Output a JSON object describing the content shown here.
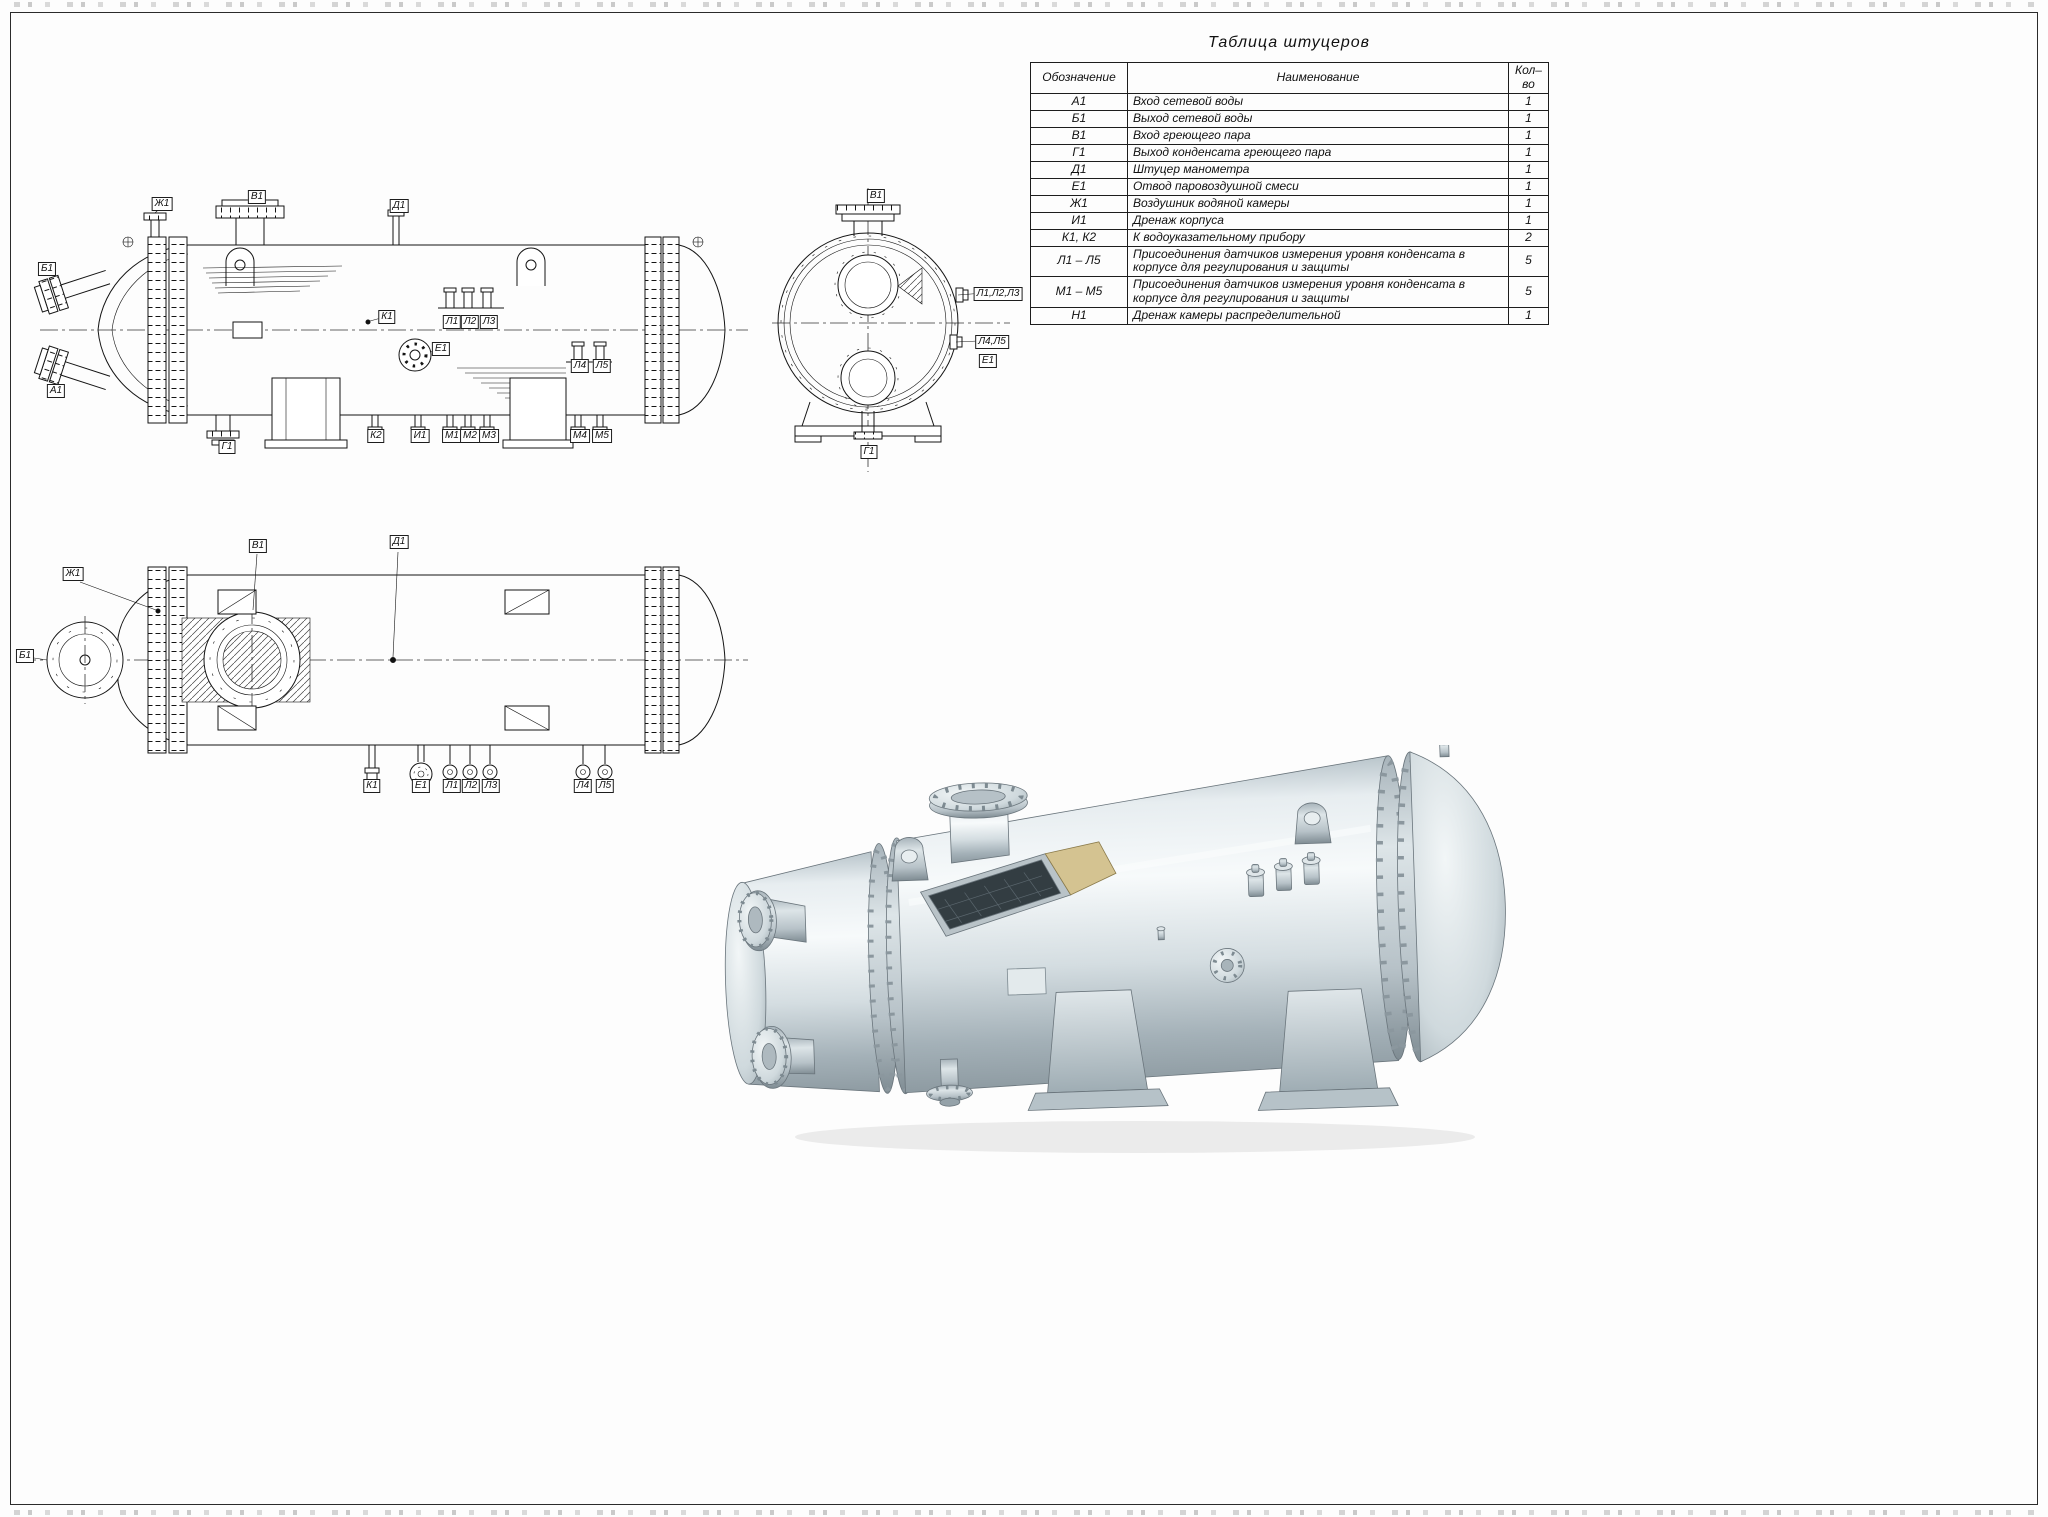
{
  "table": {
    "title": "Таблица  штуцеров",
    "col_designation": "Обозначение",
    "col_name": "Наименование",
    "col_qty": "Кол– во",
    "rows": [
      {
        "d": "А1",
        "n": "Вход  сетевой  воды",
        "q": "1"
      },
      {
        "d": "Б1",
        "n": "Выход  сетевой  воды",
        "q": "1"
      },
      {
        "d": "В1",
        "n": "Вход  греющего  пара",
        "q": "1"
      },
      {
        "d": "Г1",
        "n": "Выход  конденсата  греющего  пара",
        "q": "1"
      },
      {
        "d": "Д1",
        "n": "Штуцер  манометра",
        "q": "1"
      },
      {
        "d": "Е1",
        "n": "Отвод  паровоздушной  смеси",
        "q": "1"
      },
      {
        "d": "Ж1",
        "n": "Воздушник  водяной  камеры",
        "q": "1"
      },
      {
        "d": "И1",
        "n": "Дренаж  корпуса",
        "q": "1"
      },
      {
        "d": "К1,  К2",
        "n": "К  водоуказательному  прибору",
        "q": "2"
      },
      {
        "d": "Л1 – Л5",
        "n": "Присоединения  датчиков  измерения  уровня конденсата  в  корпусе  для  регулирования  и  защиты",
        "q": "5"
      },
      {
        "d": "М1 – М5",
        "n": "Присоединения  датчиков  измерения  уровня конденсата  в  корпусе  для  регулирования  и  защиты",
        "q": "5"
      },
      {
        "d": "Н1",
        "n": "Дренаж  камеры  распределительной",
        "q": "1"
      }
    ]
  },
  "labels": {
    "zh1": "Ж1",
    "v1": "В1",
    "d1": "Д1",
    "b1": "Б1",
    "a1": "А1",
    "g1": "Г1",
    "k1": "К1",
    "k2": "К2",
    "e1": "Е1",
    "i1": "И1",
    "l1": "Л1",
    "l2": "Л2",
    "l3": "Л3",
    "l4": "Л4",
    "l5": "Л5",
    "m1": "М1",
    "m2": "М2",
    "m3": "М3",
    "m4": "М4",
    "m5": "М5",
    "l123": "Л1,Л2,Л3",
    "l45": "Л4,Л5"
  }
}
